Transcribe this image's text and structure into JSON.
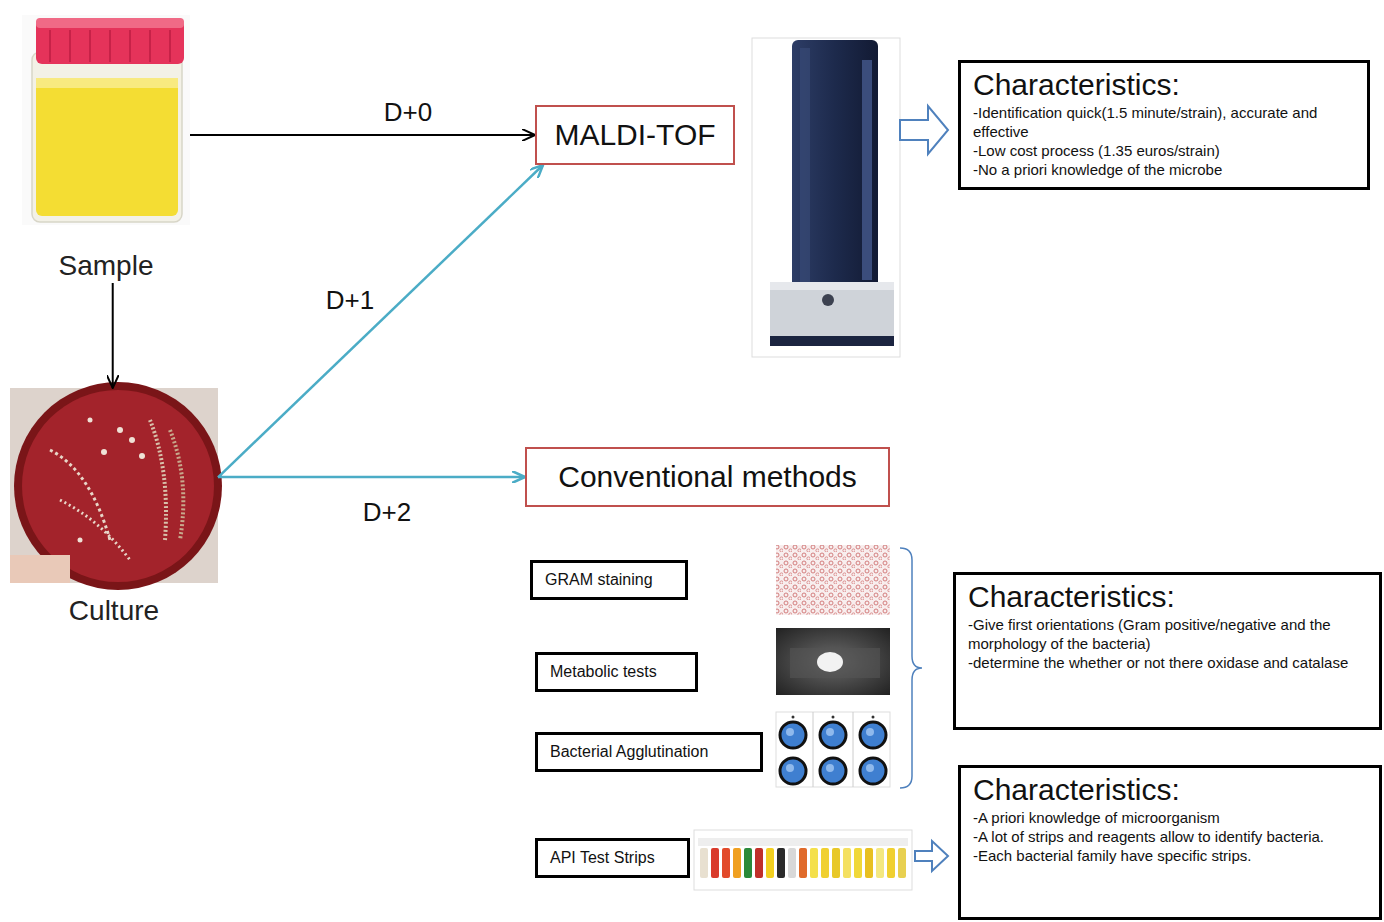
{
  "diagram": {
    "nodes": [
      {
        "text": [
          "Sample"
        ]
      },
      {
        "text": [
          "MALDI-TOF"
        ]
      },
      {
        "text": [
          "Characteristics:",
          "-Identification quick(1.5 minute/strain), accurate and effective",
          "-Low cost process (1.35 euros/strain)",
          "-No a priori knowledge of the microbe"
        ]
      },
      {
        "text": [
          "Culture"
        ]
      },
      {
        "text": [
          "Conventional methods"
        ]
      },
      {
        "text": [
          "GRAM staining"
        ]
      },
      {
        "text": [
          "Metabolic tests"
        ]
      },
      {
        "text": [
          "Bacterial Agglutination"
        ]
      },
      {
        "text": [
          "Characteristics:",
          "-Give first orientations (Gram positive/negative and the morphology of the bacteria)",
          "-determine the whether or not there oxidase and catalase"
        ]
      },
      {
        "text": [
          "API Test Strips"
        ]
      },
      {
        "text": [
          "Characteristics:",
          "-A priori knowledge of microorganism",
          "-A lot of strips and reagents allow to identify bacteria.",
          "-Each bacterial family have specific strips."
        ]
      }
    ],
    "edges": [
      {
        "from": 0,
        "to": 1,
        "label": "D+0",
        "arrow": "to"
      },
      {
        "from": 0,
        "to": 3,
        "arrow": "to"
      },
      {
        "from": 3,
        "to": 1,
        "label": "D+1",
        "arrow": "to"
      },
      {
        "from": 3,
        "to": 4,
        "label": "D+2",
        "arrow": "to"
      }
    ]
  }
}
